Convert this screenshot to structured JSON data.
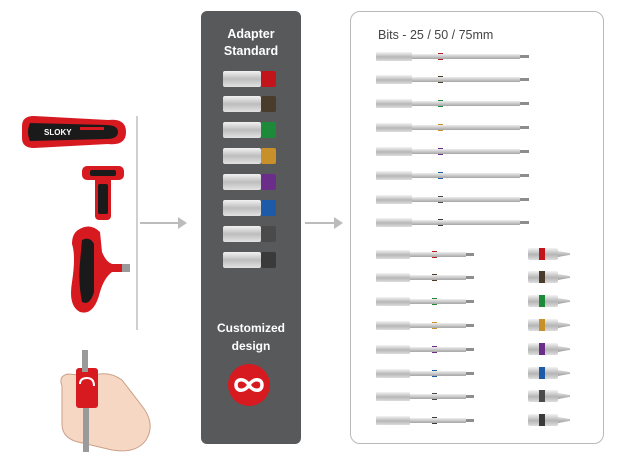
{
  "adapter_panel": {
    "title_line1": "Adapter",
    "title_line2": "Standard",
    "custom_line1": "Customized",
    "custom_line2": "design",
    "infinity_symbol": "∞",
    "panel_color": "#58595b",
    "badge_color": "#d71920"
  },
  "bits_panel": {
    "title": "Bits - 25 / 50 / 75mm"
  },
  "brand": {
    "logo_text": "SLOKY",
    "handle_color": "#d71920",
    "grip_color": "#1a1a1a"
  },
  "ring_colors": [
    "#c1141b",
    "#4a3c2c",
    "#1d8a3a",
    "#c8902b",
    "#6a2d8a",
    "#1d5aa8",
    "#4a4a4a",
    "#3a3a3a"
  ],
  "icons": [
    "t-handle-driver-icon",
    "mini-t-handle-icon",
    "ratchet-handle-icon",
    "hand-holding-driver-icon",
    "arrow-right-icon",
    "infinity-icon"
  ]
}
